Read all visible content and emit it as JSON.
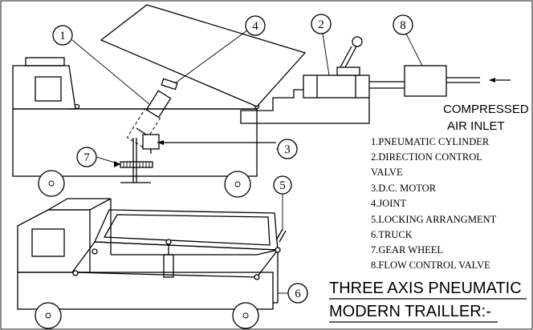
{
  "callouts": {
    "c1": "1",
    "c2": "2",
    "c3": "3",
    "c4": "4",
    "c5": "5",
    "c6": "6",
    "c7": "7",
    "c8": "8"
  },
  "air_inlet": {
    "line1": "COMPRESSED",
    "line2": "AIR  INLET"
  },
  "legend": [
    "1.PNEUMATIC CYLINDER",
    "2.DIRECTION CONTROL",
    "VALVE",
    "3.D.C. MOTOR",
    "4.JOINT",
    "5.LOCKING ARRANGMENT",
    "6.TRUCK",
    "7.GEAR WHEEL",
    "8.FLOW CONTROL VALVE"
  ],
  "title": {
    "line1": "THREE AXIS PNEUMATIC",
    "line2": "MODERN TRAILLER:-"
  }
}
